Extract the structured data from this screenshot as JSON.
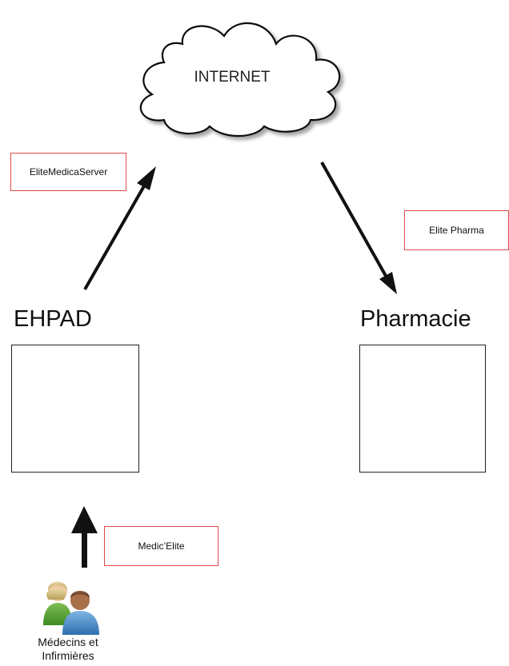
{
  "internet": {
    "label": "INTERNET"
  },
  "links": {
    "server": "EliteMedicaServer",
    "pharma": "Elite Pharma",
    "medic": "Medic’Elite"
  },
  "nodes": {
    "ehpad": "EHPAD",
    "pharmacie": "Pharmacie"
  },
  "users": {
    "line1": "Médecins et",
    "line2": "Infirmières"
  }
}
